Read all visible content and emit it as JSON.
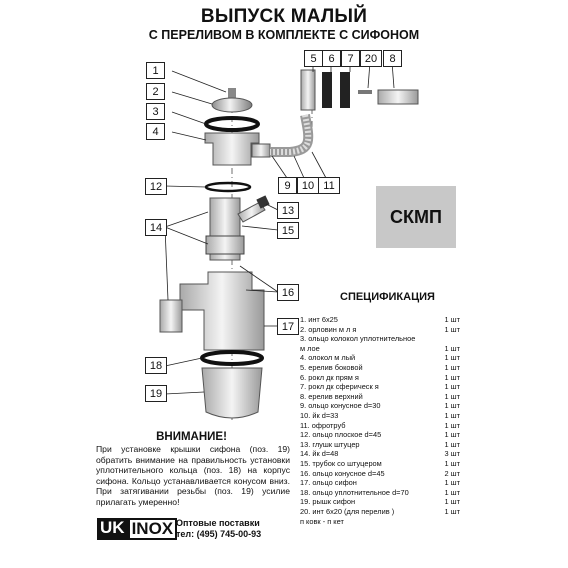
{
  "title": "ВЫПУСК МАЛЫЙ",
  "subtitle": "С ПЕРЕЛИВОМ В КОМПЛЕКТЕ С СИФОНОМ",
  "callouts": [
    "1",
    "2",
    "3",
    "4",
    "5",
    "6",
    "7",
    "20",
    "8",
    "9",
    "10",
    "11",
    "12",
    "13",
    "14",
    "15",
    "16",
    "17",
    "18",
    "19"
  ],
  "badge": "СКМП",
  "spec_title": "СПЕЦИФИКАЦИЯ",
  "spec": [
    {
      "label": "1.   инт   6х25",
      "qty": "1 шт"
    },
    {
      "label": "2.   орловин   м  л  я",
      "qty": "1 шт"
    },
    {
      "label": "3.   ольцо колокол  уплотнительное",
      "qty": ""
    },
    {
      "label": "м  лое",
      "qty": "1 шт"
    },
    {
      "label": "4.   олокол м  лый",
      "qty": "1 шт"
    },
    {
      "label": "5.     ерелив боковой",
      "qty": "1 шт"
    },
    {
      "label": "6.   рокл  дк   прям  я",
      "qty": "1 шт"
    },
    {
      "label": "7.   рокл  дк   сферическ  я",
      "qty": "1 шт"
    },
    {
      "label": "8.     ерелив верхний",
      "qty": "1 шт"
    },
    {
      "label": "9.   ольцо конусное d=30",
      "qty": "1 шт"
    },
    {
      "label": "10.     йк   d=33",
      "qty": "1 шт"
    },
    {
      "label": "11.     офротруб",
      "qty": "1 шт"
    },
    {
      "label": "12.   ольцо плоское d=45",
      "qty": "1 шт"
    },
    {
      "label": "13.     глушк  штуцер",
      "qty": "1 шт"
    },
    {
      "label": "14.     йк   d=48",
      "qty": "3 шт"
    },
    {
      "label": "15.       трубок со штуцером",
      "qty": "1 шт"
    },
    {
      "label": "16.   ольцо конусное d=45",
      "qty": "2 шт"
    },
    {
      "label": "17.   ольцо сифон",
      "qty": "1 шт"
    },
    {
      "label": "18.   ольцо уплотнительное d=70",
      "qty": "1 шт"
    },
    {
      "label": "19.   рышк   сифон",
      "qty": "1 шт"
    },
    {
      "label": "20.   инт   6х20 (для перелив  )",
      "qty": "1 шт"
    },
    {
      "label": "  п  ковк   - п  кет",
      "qty": ""
    }
  ],
  "warning_title": "ВНИМАНИЕ!",
  "warning_text": "При установке крышки сифона (поз. 19) обратить внимание на правильность установки уплотнительного кольца (поз. 18) на корпус сифона. Кольцо устанавливается конусом вниз. При затягивании резьбы (поз. 19) усилие прилагать умеренно!",
  "logo_uk": "UK",
  "logo_inox": "INOX",
  "contacts_line1": "Оптовые поставки",
  "contacts_line2": "тел: (495) 745-00-93"
}
